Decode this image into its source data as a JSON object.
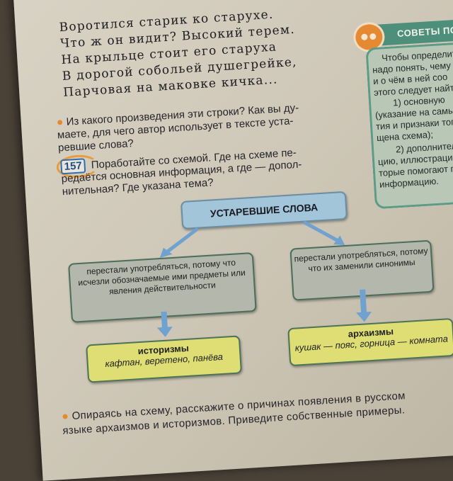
{
  "poem": [
    "Воротился старик ко старухе.",
    "Что ж он видит? Высокий терем.",
    "На крыльце стоит его старуха",
    "В дорогой собольей душегрейке,",
    "Парчовая на маковке кичка..."
  ],
  "question": [
    "Из какого произведения эти строки? Как вы ду-",
    "маете, для чего автор использует в тексте уста-",
    "ревшие слова?"
  ],
  "task": {
    "number": "157",
    "lines": [
      "Поработайте со схемой. Где на схеме пе-",
      "редаётся основная информация, а где — допол-",
      "нительная? Где указана тема?"
    ]
  },
  "tips": {
    "title": "СОВЕТЫ ПОМ",
    "lines": [
      "Чтобы определит",
      "надо понять, чему о",
      "и о чём в ней соо",
      "этого следует найти",
      "1)     основную",
      "(указание на самые",
      "тия и признаки тог",
      "щена схема);",
      "2) дополнитель",
      "цию, иллюстрации",
      "торые помогают п",
      "информацию."
    ]
  },
  "scheme": {
    "title": "УСТАРЕВШИЕ СЛОВА",
    "left_reason": "перестали употребляться, потому что исчезли обозначаемые ими предметы или явления действительности",
    "right_reason": "перестали употребляться, потому что их заменили синонимы",
    "left_term": "историзмы",
    "left_examples": "кафтан, веретено, панёва",
    "right_term": "архаизмы",
    "right_examples": "кушак — пояс, горница — комната"
  },
  "bottom": [
    "Опираясь на схему, расскажите о причинах появления в русском",
    "языке архаизмов и историзмов. Приведите собственные примеры."
  ],
  "colors": {
    "accent_orange": "#e48a2a",
    "tips_green": "#4d8f7a",
    "title_blue": "#a3c5da",
    "yellow": "#dede74"
  }
}
